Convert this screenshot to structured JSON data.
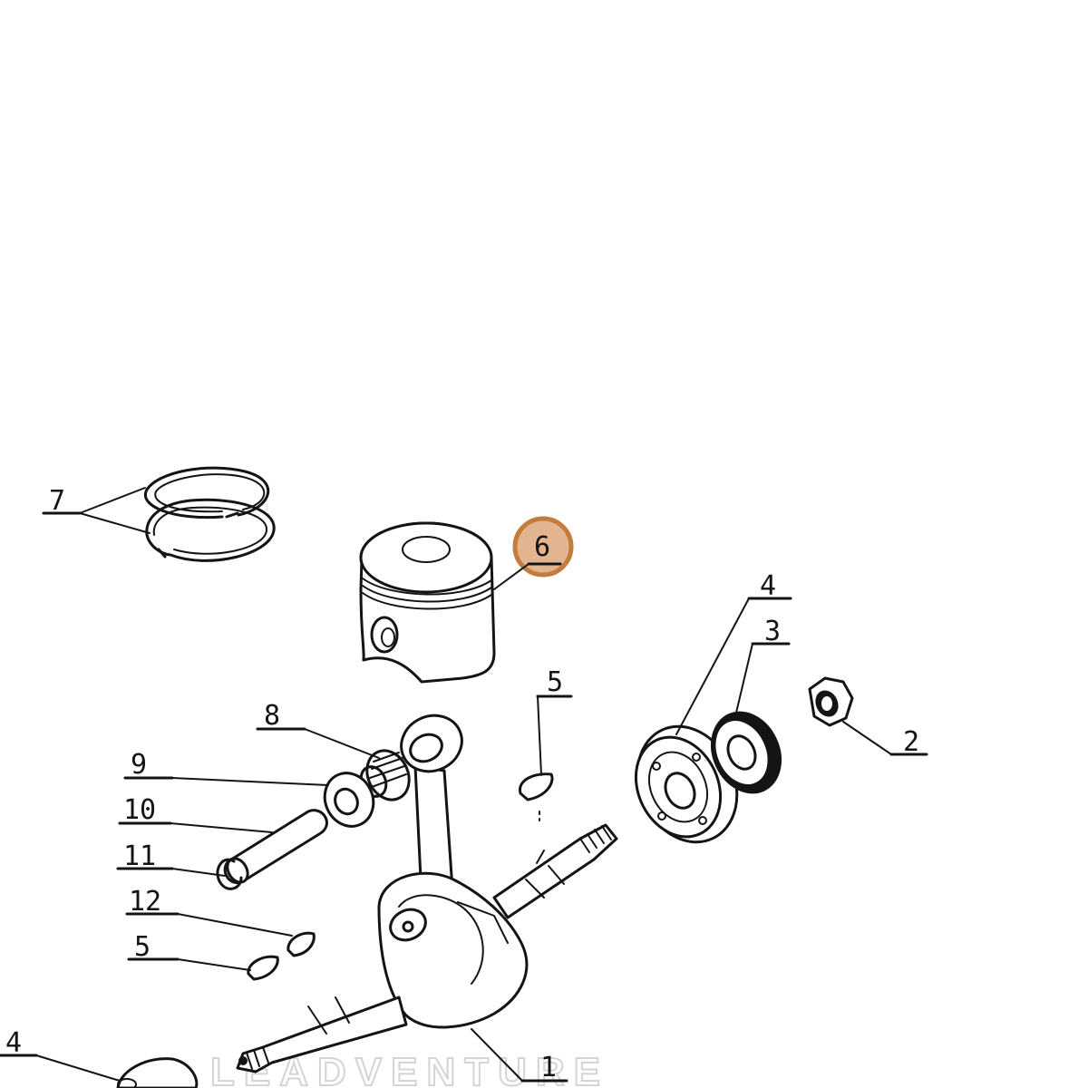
{
  "callouts": {
    "c1": "1",
    "c2": "2",
    "c3": "3",
    "c4_right": "4",
    "c4_left": "4",
    "c5_top": "5",
    "c5_bottom": "5",
    "c6": "6",
    "c7": "7",
    "c8": "8",
    "c9": "9",
    "c10": "10",
    "c11": "11",
    "c12": "12"
  },
  "highlight": {
    "part": "6",
    "color": "#d89b6a"
  },
  "watermark": {
    "text": "LEADVENTURE"
  }
}
